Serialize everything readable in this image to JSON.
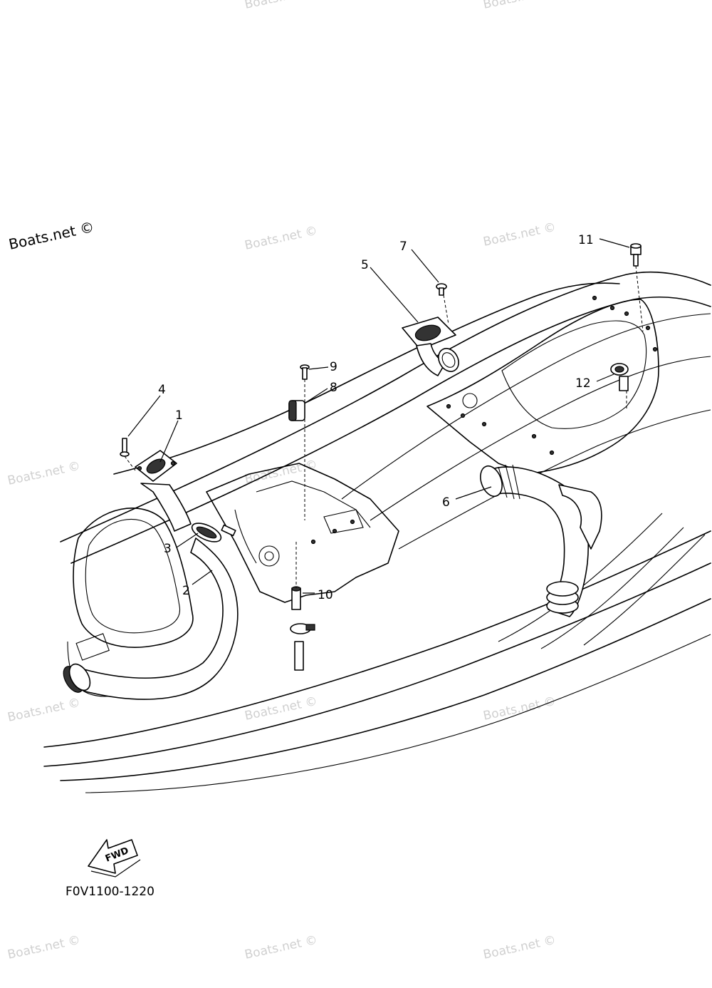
{
  "watermark": {
    "text": "Boats.net ©"
  },
  "diagram_code": "F0V1100-1220",
  "fwd_label": "FWD",
  "callouts": [
    {
      "id": "1",
      "label": "1"
    },
    {
      "id": "2",
      "label": "2"
    },
    {
      "id": "3",
      "label": "3"
    },
    {
      "id": "4",
      "label": "4"
    },
    {
      "id": "5",
      "label": "5"
    },
    {
      "id": "6",
      "label": "6"
    },
    {
      "id": "7",
      "label": "7"
    },
    {
      "id": "8",
      "label": "8"
    },
    {
      "id": "9",
      "label": "9"
    },
    {
      "id": "10",
      "label": "10"
    },
    {
      "id": "11",
      "label": "11"
    },
    {
      "id": "12",
      "label": "12"
    }
  ]
}
